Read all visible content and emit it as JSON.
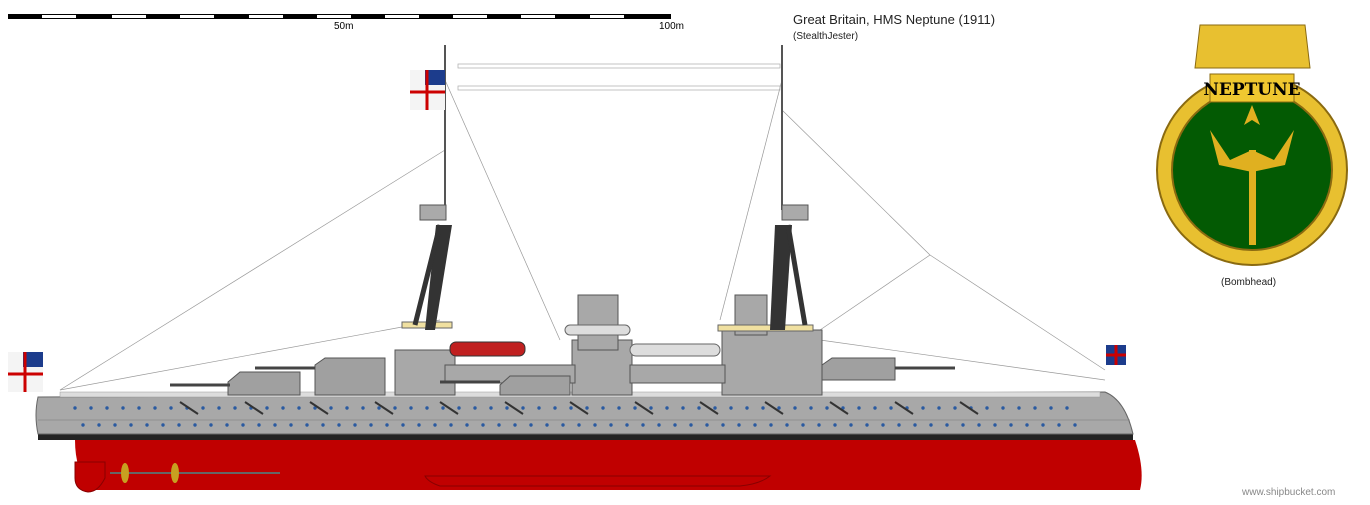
{
  "scale_bar": {
    "labels": [
      "50m",
      "100m"
    ]
  },
  "title": "Great Britain, HMS Neptune (1911)",
  "author": "(StealthJester)",
  "badge": {
    "name": "NEPTUNE",
    "credit": "(Bombhead)"
  },
  "watermark": "www.shipbucket.com",
  "colors": {
    "hull_gray": "#a8a8a8",
    "hull_red": "#c00000",
    "badge_green": "#035a03",
    "badge_gold": "#e8c030"
  }
}
